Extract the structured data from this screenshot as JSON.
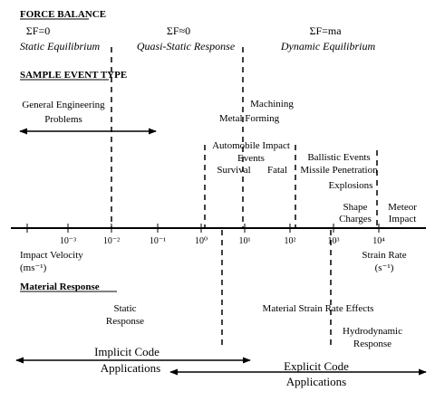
{
  "headings": {
    "force_balance": "FORCE BALANCE",
    "sample_event_type": "SAMPLE EVENT TYPE",
    "material_response": "Material Response"
  },
  "force_balance": {
    "static_eq": "ΣF=0",
    "static_label": "Static Equilibrium",
    "quasi_eq": "ΣF≈0",
    "quasi_label": "Quasi-Static Response",
    "dynamic_eq": "ΣF=ma",
    "dynamic_label": "Dynamic Equilibrium"
  },
  "events": {
    "general_line1": "General Engineering",
    "general_line2": "Problems",
    "machining": "Machining",
    "metal_forming": "Metal Forming",
    "automobile_line1": "Automobile Impact",
    "automobile_line2": "Events",
    "survival": "Survival",
    "fatal": "Fatal",
    "ballistic": "Ballistic Events",
    "missile": "Missile Penetration",
    "explosions": "Explosions",
    "shape_line1": "Shape",
    "shape_line2": "Charges",
    "meteor_line1": "Meteor",
    "meteor_line2": "Impact"
  },
  "axis": {
    "ticks": [
      "10⁻³",
      "10⁻²",
      "10⁻¹",
      "10⁰",
      "10¹",
      "10²",
      "10³",
      "10⁴"
    ],
    "left_label_line1": "Impact Velocity",
    "left_label_line2": "(ms⁻¹)",
    "right_label_line1": "Strain Rate",
    "right_label_line2": "(s⁻¹)"
  },
  "material": {
    "static_line1": "Static",
    "static_line2": "Response",
    "strain_rate": "Material Strain Rate Effects",
    "hydro_line1": "Hydrodynamic",
    "hydro_line2": "Response"
  },
  "codes": {
    "implicit_line1": "Implicit Code",
    "implicit_line2": "Applications",
    "explicit_line1": "Explicit Code",
    "explicit_line2": "Applications"
  }
}
